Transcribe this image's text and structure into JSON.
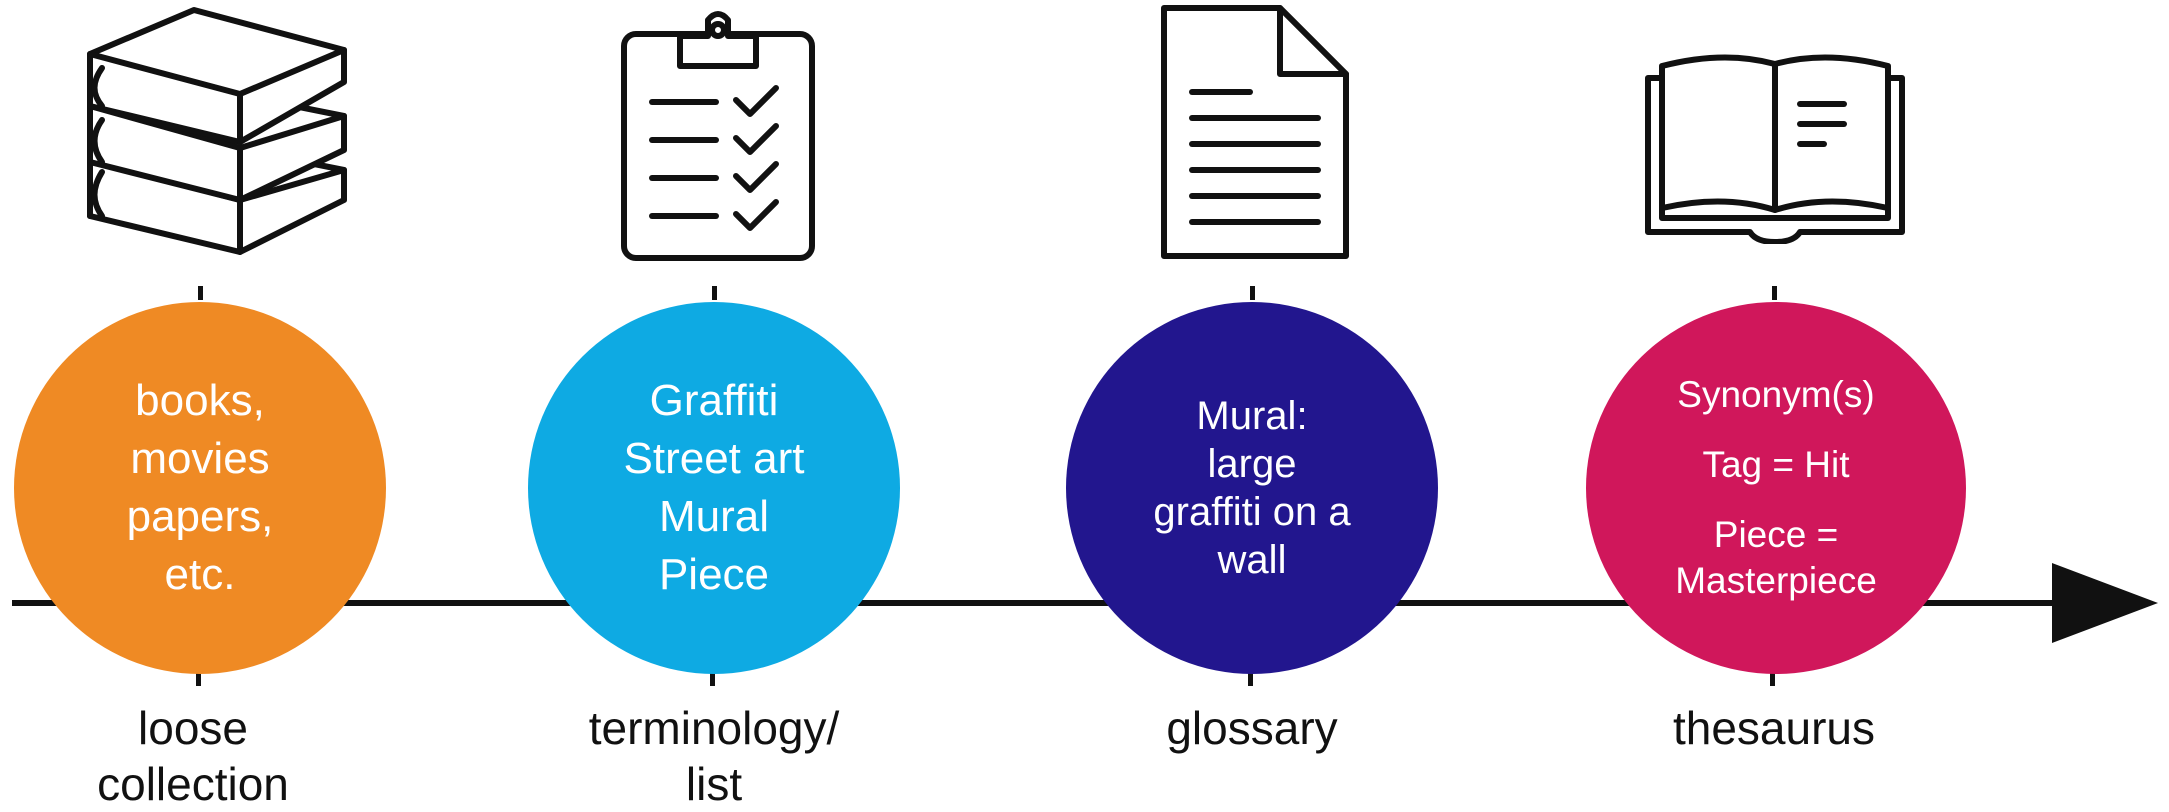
{
  "colors": {
    "stage1": "#EF8A24",
    "stage2": "#0EAAE3",
    "stage3": "#22168E",
    "stage4": "#D0175B",
    "line": "#111111"
  },
  "stages": [
    {
      "icon": "books-stack-icon",
      "circle_lines": [
        "books,",
        "movies",
        "papers,",
        "etc."
      ],
      "label_lines": [
        "loose",
        "collection"
      ]
    },
    {
      "icon": "clipboard-checklist-icon",
      "circle_lines": [
        "Graffiti",
        "Street art",
        "Mural",
        "Piece"
      ],
      "label_lines": [
        "terminology/",
        "list"
      ]
    },
    {
      "icon": "document-page-icon",
      "circle_lines": [
        "Mural:",
        "large",
        "graffiti on a",
        "wall"
      ],
      "label_lines": [
        "glossary"
      ]
    },
    {
      "icon": "open-book-icon",
      "circle_lines": [
        "Synonym(s)",
        "Tag = Hit",
        "Piece =",
        "Masterpiece"
      ],
      "label_lines": [
        "thesaurus"
      ]
    }
  ]
}
